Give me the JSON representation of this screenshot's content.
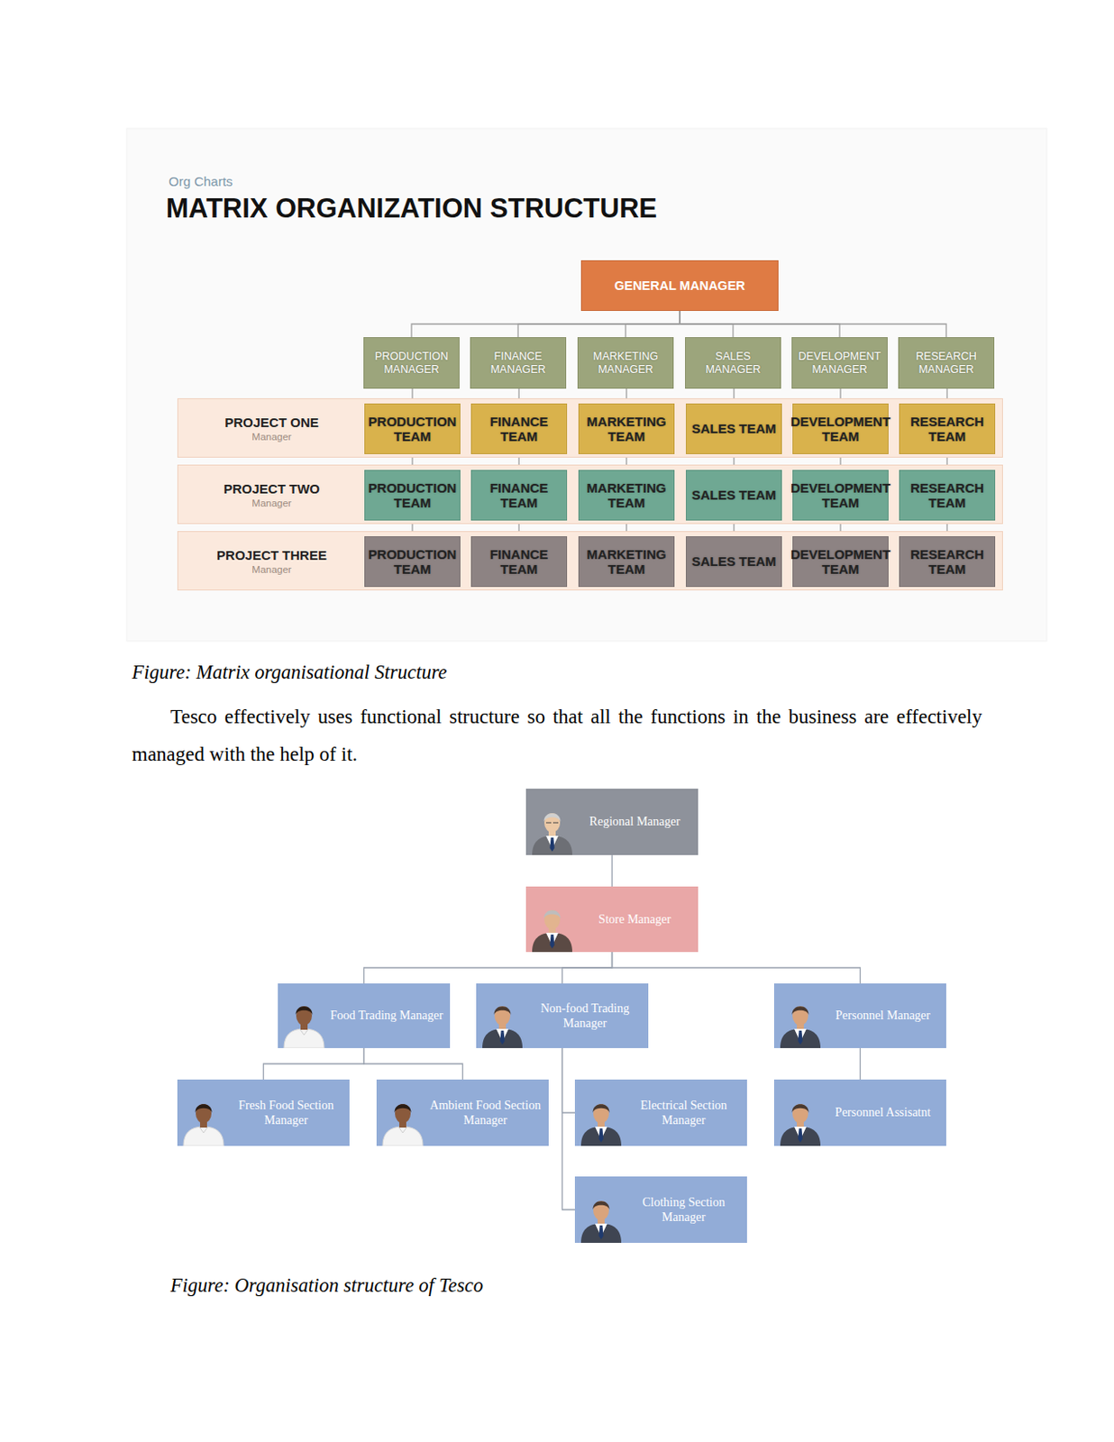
{
  "diagram": {
    "title": "MATRIX ORGANIZATION STRUCTURE",
    "nodes": [
      {
        "text": [
          "GENERAL MANAGER"
        ]
      },
      {
        "text": [
          "PRODUCTION MANAGER"
        ]
      },
      {
        "text": [
          "FINANCE MANAGER"
        ]
      },
      {
        "text": [
          "MARKETING MANAGER"
        ]
      },
      {
        "text": [
          "SALES MANAGER"
        ]
      },
      {
        "text": [
          "DEVELOPMENT MANAGER"
        ]
      },
      {
        "text": [
          "RESEARCH MANAGER"
        ]
      },
      {
        "text": [
          "PROJECT ONE",
          "Manager"
        ]
      },
      {
        "text": [
          "PRODUCTION TEAM"
        ],
        "in": 7
      },
      {
        "text": [
          "FINANCE TEAM"
        ],
        "in": 7
      },
      {
        "text": [
          "MARKETING TEAM"
        ],
        "in": 7
      },
      {
        "text": [
          "SALES TEAM"
        ],
        "in": 7
      },
      {
        "text": [
          "DEVELOPMENT TEAM"
        ],
        "in": 7
      },
      {
        "text": [
          "RESEARCH TEAM"
        ],
        "in": 7
      },
      {
        "text": [
          "PROJECT TWO",
          "Manager"
        ]
      },
      {
        "text": [
          "PRODUCTION TEAM"
        ],
        "in": 14
      },
      {
        "text": [
          "FINANCE TEAM"
        ],
        "in": 14
      },
      {
        "text": [
          "MARKETING TEAM"
        ],
        "in": 14
      },
      {
        "text": [
          "SALES TEAM"
        ],
        "in": 14
      },
      {
        "text": [
          "DEVELOPMENT TEAM"
        ],
        "in": 14
      },
      {
        "text": [
          "RESEARCH TEAM"
        ],
        "in": 14
      },
      {
        "text": [
          "PROJECT THREE",
          "Manager"
        ]
      },
      {
        "text": [
          "PRODUCTION TEAM"
        ],
        "in": 21
      },
      {
        "text": [
          "FINANCE TEAM"
        ],
        "in": 21
      },
      {
        "text": [
          "MARKETING TEAM"
        ],
        "in": 21
      },
      {
        "text": [
          "SALES TEAM"
        ],
        "in": 21
      },
      {
        "text": [
          "DEVELOPMENT TEAM"
        ],
        "in": 21
      },
      {
        "text": [
          "RESEARCH TEAM"
        ],
        "in": 21
      },
      {
        "text": [
          "Regional Manager"
        ]
      },
      {
        "text": [
          "Store Manager"
        ]
      },
      {
        "text": [
          "Food Trading Manager"
        ]
      },
      {
        "text": [
          "Non-food Trading Manager"
        ]
      },
      {
        "text": [
          "Personnel Manager"
        ]
      },
      {
        "text": [
          "Fresh Food Section Manager"
        ]
      },
      {
        "text": [
          "Ambient Food Section Manager"
        ]
      },
      {
        "text": [
          "Electrical Section Manager"
        ]
      },
      {
        "text": [
          "Clothing Section Manager"
        ]
      },
      {
        "text": [
          "Personnel Assisatnt"
        ]
      }
    ],
    "edges": [
      {
        "from": 0,
        "to": 1,
        "arrow": "none"
      },
      {
        "from": 0,
        "to": 2,
        "arrow": "none"
      },
      {
        "from": 0,
        "to": 3,
        "arrow": "none"
      },
      {
        "from": 0,
        "to": 4,
        "arrow": "none"
      },
      {
        "from": 0,
        "to": 5,
        "arrow": "none"
      },
      {
        "from": 0,
        "to": 6,
        "arrow": "none"
      },
      {
        "from": 1,
        "to": 8,
        "arrow": "none"
      },
      {
        "from": 2,
        "to": 9,
        "arrow": "none"
      },
      {
        "from": 3,
        "to": 10,
        "arrow": "none"
      },
      {
        "from": 4,
        "to": 11,
        "arrow": "none"
      },
      {
        "from": 5,
        "to": 12,
        "arrow": "none"
      },
      {
        "from": 6,
        "to": 13,
        "arrow": "none"
      },
      {
        "from": 8,
        "to": 15,
        "arrow": "none"
      },
      {
        "from": 9,
        "to": 16,
        "arrow": "none"
      },
      {
        "from": 10,
        "to": 17,
        "arrow": "none"
      },
      {
        "from": 11,
        "to": 18,
        "arrow": "none"
      },
      {
        "from": 12,
        "to": 19,
        "arrow": "none"
      },
      {
        "from": 13,
        "to": 20,
        "arrow": "none"
      },
      {
        "from": 15,
        "to": 22,
        "arrow": "none"
      },
      {
        "from": 16,
        "to": 23,
        "arrow": "none"
      },
      {
        "from": 17,
        "to": 24,
        "arrow": "none"
      },
      {
        "from": 18,
        "to": 25,
        "arrow": "none"
      },
      {
        "from": 19,
        "to": 26,
        "arrow": "none"
      },
      {
        "from": 20,
        "to": 27,
        "arrow": "none"
      },
      {
        "from": 28,
        "to": 29,
        "arrow": "none"
      },
      {
        "from": 29,
        "to": 30,
        "arrow": "none"
      },
      {
        "from": 29,
        "to": 31,
        "arrow": "none"
      },
      {
        "from": 29,
        "to": 32,
        "arrow": "none"
      },
      {
        "from": 30,
        "to": 33,
        "arrow": "none"
      },
      {
        "from": 30,
        "to": 34,
        "arrow": "none"
      },
      {
        "from": 31,
        "to": 35,
        "arrow": "none"
      },
      {
        "from": 31,
        "to": 36,
        "arrow": "none"
      },
      {
        "from": 32,
        "to": 37,
        "arrow": "none"
      }
    ],
    "labels": [
      "Org Charts",
      "Figure: Matrix organisational Structure",
      "Tesco effectively uses functional structure so that all the functions in the business are effectively managed with the help of it.",
      "Figure: Organisation structure of Tesco"
    ]
  }
}
